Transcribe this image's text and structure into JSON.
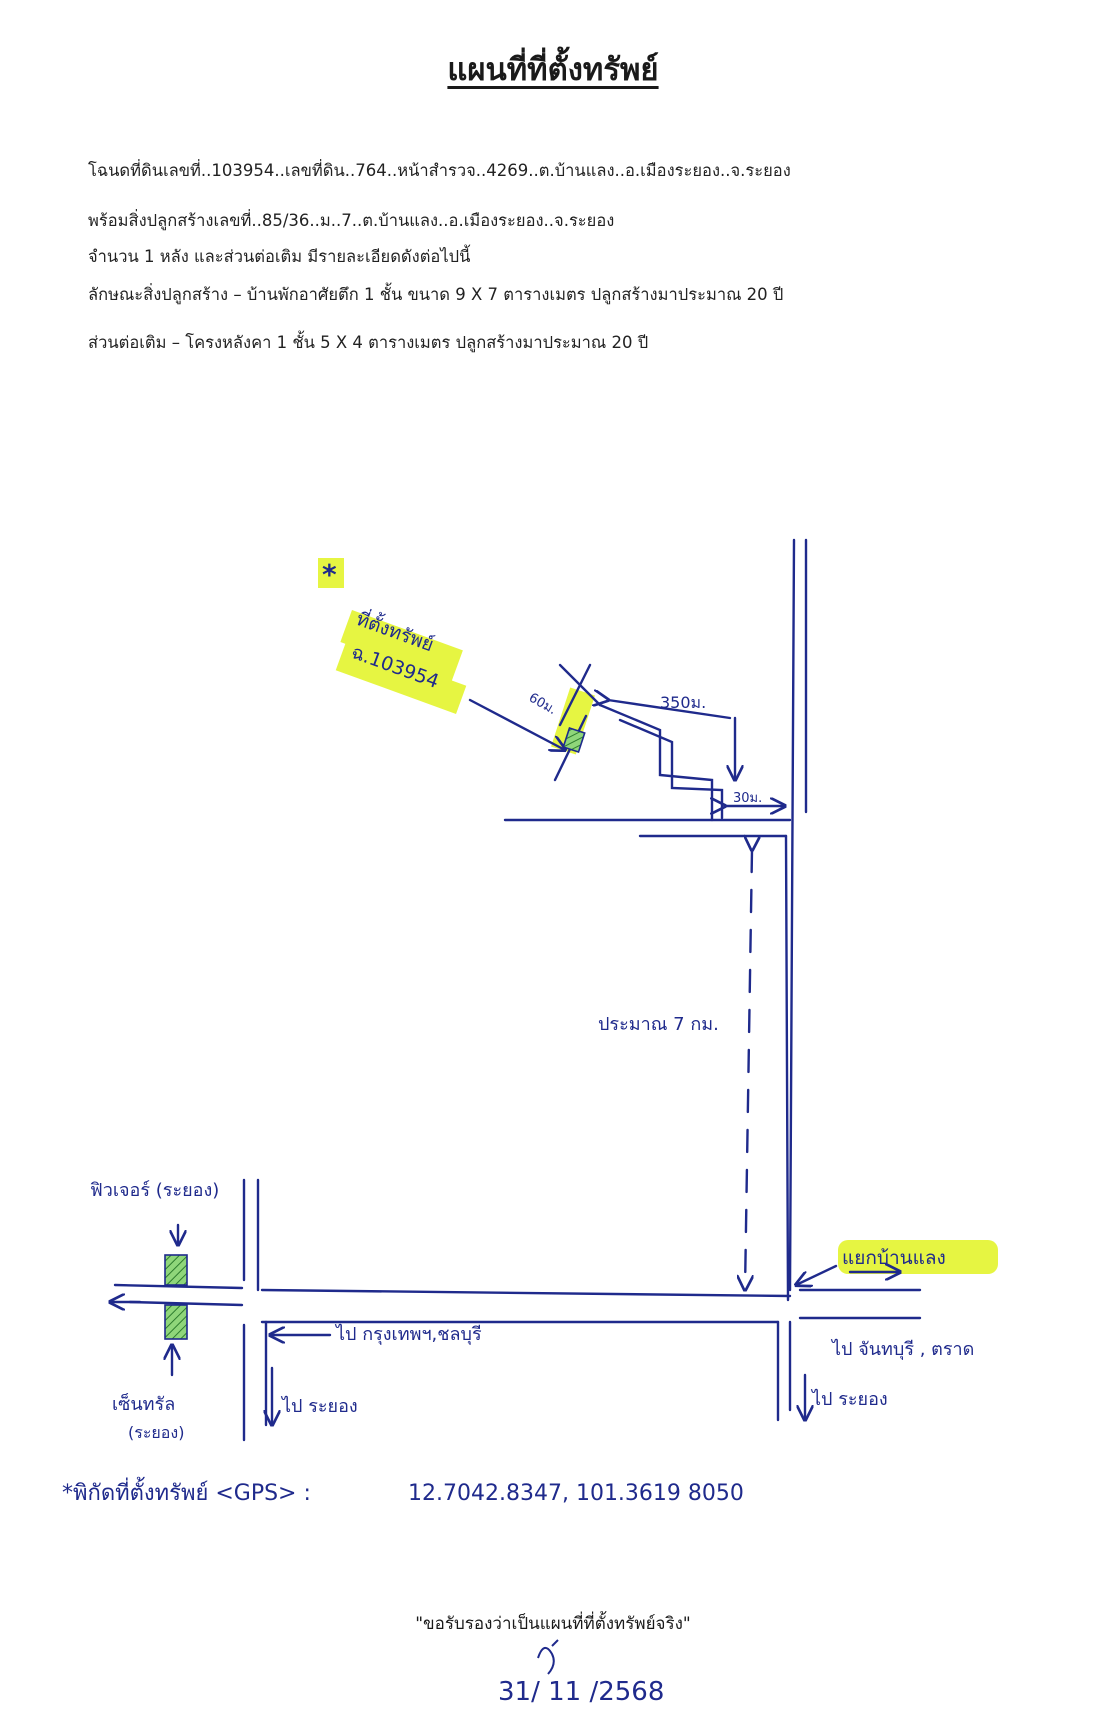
{
  "title": "แผนที่ที่ตั้งทรัพย์",
  "info": [
    "โฉนดที่ดินเลขที่..103954..เลขที่ดิน..764..หน้าสำรวจ..4269..ต.บ้านแลง..อ.เมืองระยอง..จ.ระยอง",
    "พร้อมสิ่งปลูกสร้างเลขที่..85/36..ม..7..ต.บ้านแลง..อ.เมืองระยอง..จ.ระยอง",
    "จำนวน 1 หลัง และส่วนต่อเติม มีรายละเอียดดังต่อไปนี้",
    "ลักษณะสิ่งปลูกสร้าง – บ้านพักอาศัยตึก 1 ชั้น ขนาด 9 X 7 ตารางเมตร ปลูกสร้างมาประมาณ 20 ปี",
    "ส่วนต่อเติม – โครงหลังคา 1 ชั้น 5 X 4 ตารางเมตร ปลูกสร้างมาประมาณ 20 ปี"
  ],
  "map": {
    "property_mark": "*",
    "property_label_1": "ที่ตั้งทรัพย์",
    "property_label_2": "ฉ.103954",
    "dist_60": "60ม.",
    "dist_350": "350ม.",
    "dist_30": "30ม.",
    "dist_7km": "ประมาณ 7 กม.",
    "junction": "แยกบ้านแลง",
    "to_bangkok": "ไป กรุงเทพฯ,ชลบุรี",
    "to_rayong_left": "ไป ระยอง",
    "to_chanthaburi": "ไป จันทบุรี , ตราด",
    "to_rayong_right": "ไป ระยอง",
    "landmark_top": "ฟิวเจอร์ (ระยอง)",
    "landmark_bottom_1": "เซ็นทรัล",
    "landmark_bottom_2": "(ระยอง)",
    "gps_label": "*พิกัดที่ตั้งทรัพย์ <GPS> :",
    "gps_value": "12.7042.8347, 101.3619 8050"
  },
  "colors": {
    "ink": "#1f2a8c",
    "highlight": "#e6f542",
    "hatch": "#3aa03a"
  },
  "footer_note": "\"ขอรับรองว่าเป็นแผนที่ที่ตั้งทรัพย์จริง\"",
  "signature_date": "31/ 11 /2568"
}
